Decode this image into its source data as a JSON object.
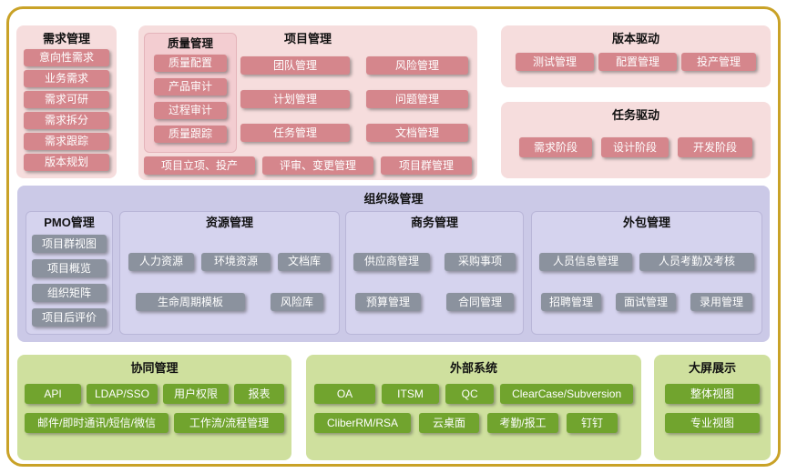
{
  "colors": {
    "frame-gold": "#c9a227",
    "pink-bg": "#f6dddd",
    "pink-panel": "#f3cdd1",
    "pink-item": "#d5868c",
    "purple-bg": "#cbc9e7",
    "purple-panel": "#d5d3ee",
    "gray-item": "#8b929e",
    "green-bg": "#cfe09e",
    "green-item": "#71a42e",
    "title-text": "#111111",
    "item-text": "#ffffff"
  },
  "requirements": {
    "title": "需求管理",
    "items": [
      "意向性需求",
      "业务需求",
      "需求可研",
      "需求拆分",
      "需求跟踪",
      "版本规划"
    ]
  },
  "project": {
    "title": "项目管理",
    "quality": {
      "title": "质量管理",
      "items": [
        "质量配置",
        "产品审计",
        "过程审计",
        "质量跟踪"
      ]
    },
    "col1": [
      "团队管理",
      "计划管理",
      "任务管理"
    ],
    "col2": [
      "风险管理",
      "问题管理",
      "文档管理"
    ],
    "bottom": [
      "项目立项、投产",
      "评审、变更管理",
      "项目群管理"
    ]
  },
  "version_driven": {
    "title": "版本驱动",
    "items": [
      "测试管理",
      "配置管理",
      "投产管理"
    ]
  },
  "task_driven": {
    "title": "任务驱动",
    "items": [
      "需求阶段",
      "设计阶段",
      "开发阶段"
    ]
  },
  "org": {
    "title": "组织级管理",
    "pmo": {
      "title": "PMO管理",
      "items": [
        "项目群视图",
        "项目概览",
        "组织矩阵",
        "项目后评价"
      ]
    },
    "resource": {
      "title": "资源管理",
      "row1": [
        "人力资源",
        "环境资源",
        "文档库"
      ],
      "row2": [
        "生命周期模板",
        "风险库"
      ]
    },
    "business": {
      "title": "商务管理",
      "row1": [
        "供应商管理",
        "采购事项"
      ],
      "row2": [
        "预算管理",
        "合同管理"
      ]
    },
    "outsourcing": {
      "title": "外包管理",
      "row1": [
        "人员信息管理",
        "人员考勤及考核"
      ],
      "row2": [
        "招聘管理",
        "面试管理",
        "录用管理"
      ]
    }
  },
  "collaboration": {
    "title": "协同管理",
    "row1": [
      "API",
      "LDAP/SSO",
      "用户权限",
      "报表"
    ],
    "row2": [
      "邮件/即时通讯/短信/微信",
      "工作流/流程管理"
    ]
  },
  "external": {
    "title": "外部系统",
    "row1": [
      "OA",
      "ITSM",
      "QC",
      "ClearCase/Subversion"
    ],
    "row2": [
      "CliberRM/RSA",
      "云桌面",
      "考勤/报工",
      "钉钉"
    ]
  },
  "display": {
    "title": "大屏展示",
    "items": [
      "整体视图",
      "专业视图"
    ]
  }
}
